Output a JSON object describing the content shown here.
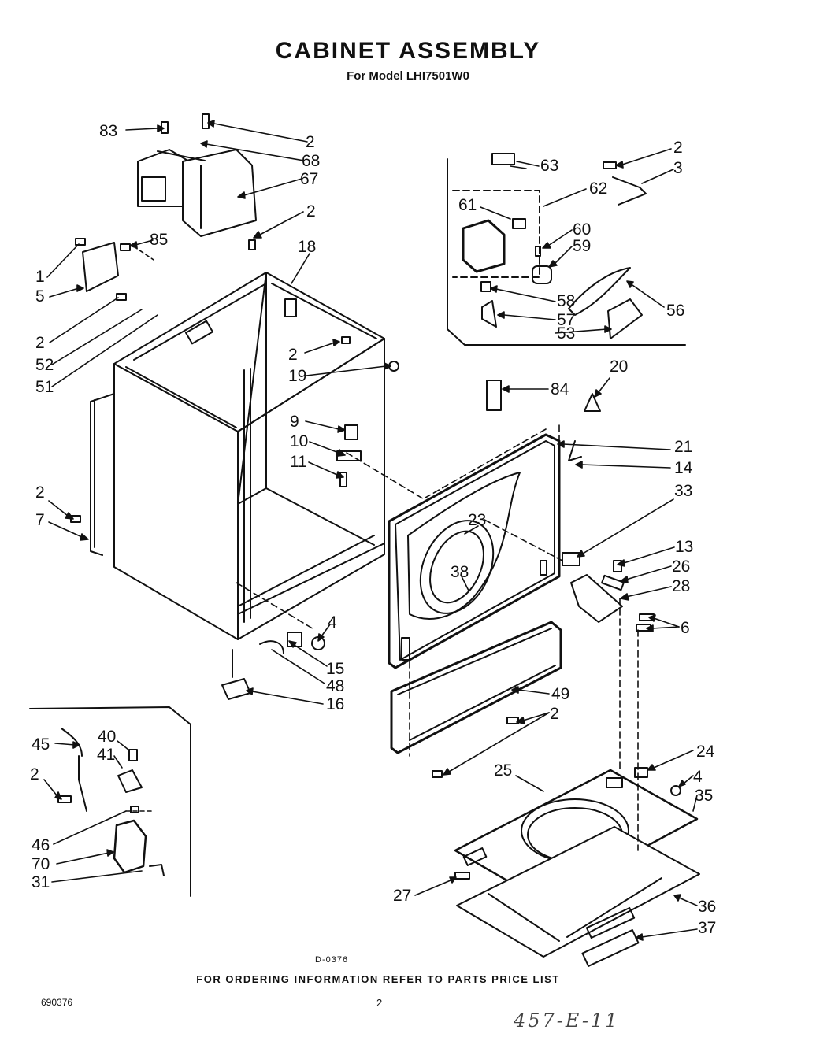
{
  "header": {
    "title": "CABINET ASSEMBLY",
    "subtitle": "For Model LHI7501W0"
  },
  "footer": {
    "diagram_code": "D-0376",
    "ordering_note": "FOR ORDERING INFORMATION REFER TO PARTS PRICE LIST",
    "document_number": "690376",
    "page_number": "2",
    "handwritten_note": "457-E-11"
  },
  "callouts": [
    "83",
    "2",
    "68",
    "67",
    "2",
    "85",
    "1",
    "5",
    "18",
    "2",
    "52",
    "51",
    "2",
    "19",
    "63",
    "62",
    "2",
    "3",
    "61",
    "60",
    "59",
    "58",
    "56",
    "57",
    "53",
    "9",
    "10",
    "11",
    "2",
    "7",
    "84",
    "20",
    "21",
    "14",
    "33",
    "23",
    "38",
    "13",
    "26",
    "28",
    "6",
    "4",
    "15",
    "48",
    "16",
    "49",
    "2",
    "24",
    "4",
    "35",
    "25",
    "27",
    "36",
    "37",
    "45",
    "40",
    "41",
    "2",
    "46",
    "70",
    "31"
  ]
}
